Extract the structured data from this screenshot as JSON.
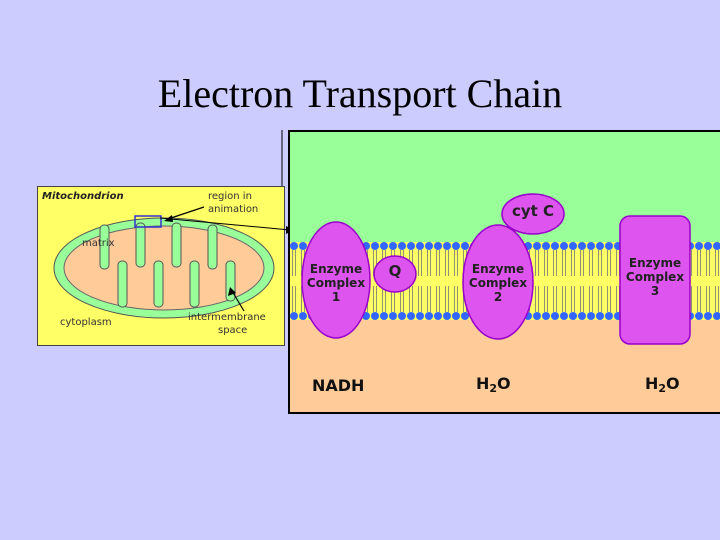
{
  "slide": {
    "title": "Electron Transport Chain"
  },
  "inset": {
    "title": "Mitochondrion",
    "region_label_line1": "region in",
    "region_label_line2": "animation",
    "matrix_label": "matrix",
    "cytoplasm_label": "cytoplasm",
    "intermembrane_line1": "intermembrane",
    "intermembrane_line2": "space"
  },
  "diagram": {
    "complex1": {
      "line1": "Enzyme",
      "line2": "Complex",
      "line3": "1"
    },
    "complex2": {
      "line1": "Enzyme",
      "line2": "Complex",
      "line3": "2"
    },
    "complex3": {
      "line1": "Enzyme",
      "line2": "Complex",
      "line3": "3"
    },
    "q_label": "Q",
    "cytc_label": "cyt C",
    "nadh_label": "NADH",
    "h2o_a": {
      "base": "H",
      "sub": "2",
      "tail": "O"
    },
    "h2o_b": {
      "base": "H",
      "sub": "2",
      "tail": "O"
    }
  },
  "colors": {
    "background": "#ccccff",
    "intermembrane": "#99ff99",
    "matrix": "#ffcc99",
    "membrane": "#ffff66",
    "lipid_head": "#3366ff",
    "protein": "#dd55ee",
    "protein_outline": "#9900cc"
  }
}
